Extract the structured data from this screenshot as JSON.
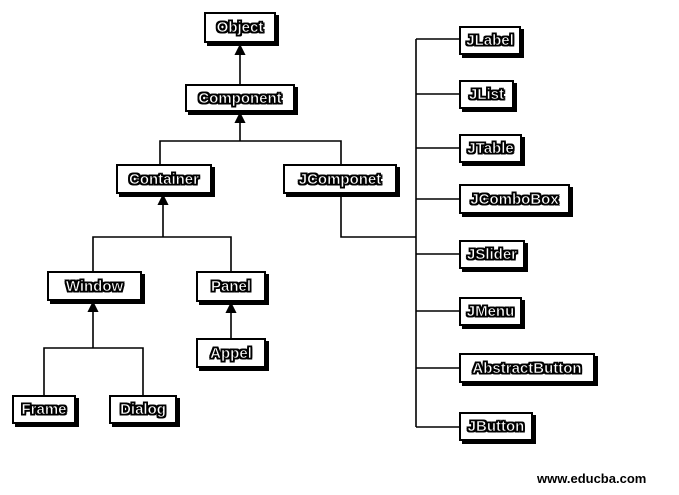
{
  "nodes": {
    "object": "Object",
    "component": "Component",
    "container": "Container",
    "jcomponet": "JComponet",
    "window": "Window",
    "panel": "Panel",
    "appel": "Appel",
    "frame": "Frame",
    "dialog": "Dialog",
    "jlabel": "JLabel",
    "jlist": "JList",
    "jtable": "JTable",
    "jcombobox": "JComboBox",
    "jslider": "JSlider",
    "jmenu": "JMenu",
    "abstractbutton": "AbstractButton",
    "jbutton": "JButton"
  },
  "watermark": "www.educba.com"
}
